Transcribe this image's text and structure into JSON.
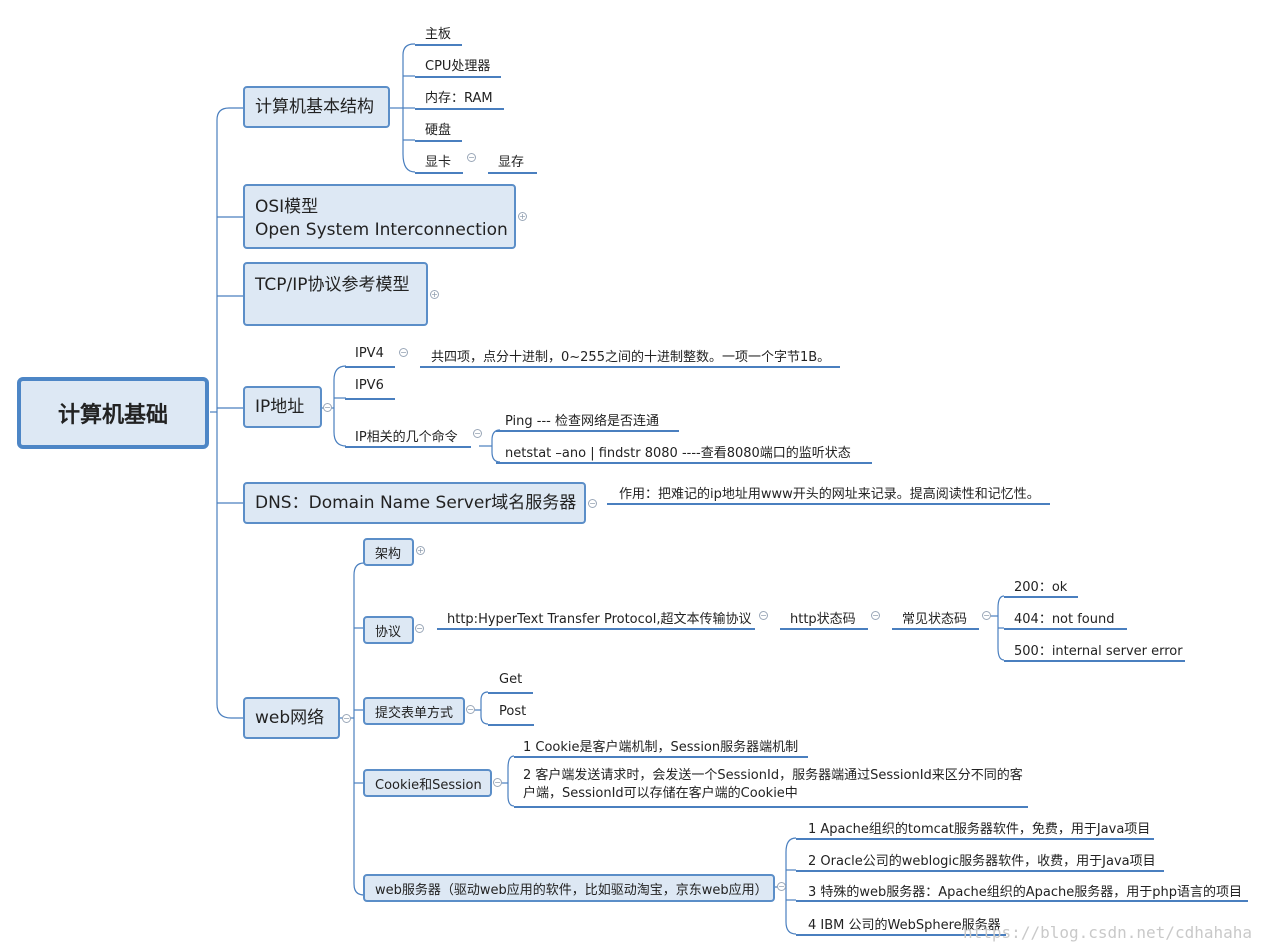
{
  "root": "计算机基础",
  "nodes": {
    "basic": "计算机基本结构",
    "osi_line1": "OSI模型",
    "osi_line2": "Open System Interconnection",
    "tcpip": "TCP/IP协议参考模型",
    "ip": "IP地址",
    "dns": "DNS：Domain Name Server域名服务器",
    "web": "web网络"
  },
  "basic_children": [
    "主板",
    "CPU处理器",
    "内存：RAM",
    "硬盘",
    "显卡"
  ],
  "basic_gpu_child": "显存",
  "ip_children": {
    "ipv4": "IPV4",
    "ipv4_desc": "共四项，点分十进制，0~255之间的十进制整数。一项一个字节1B。",
    "ipv6": "IPV6",
    "cmds": "IP相关的几个命令",
    "ping": "Ping  --- 检查网络是否连通",
    "netstat": "netstat –ano | findstr 8080     ----查看8080端口的监听状态"
  },
  "dns_child": "作用：把难记的ip地址用www开头的网址来记录。提高阅读性和记忆性。",
  "web_children": {
    "arch": "架构",
    "protocol": "协议",
    "http": "http:HyperText Transfer Protocol,超文本传输协议",
    "status": "http状态码",
    "common": "常见状态码",
    "codes": [
      "200：ok",
      "404：not found",
      "500：internal server error"
    ],
    "form": "提交表单方式",
    "form_methods": [
      "Get",
      "Post"
    ],
    "cookie": "Cookie和Session",
    "cookie_items": [
      "1 Cookie是客户端机制，Session服务器端机制",
      "2 客户端发送请求时，会发送一个SessionId，服务器端通过SessionId来区分不同的客户端，SessionId可以存储在客户端的Cookie中"
    ],
    "server": "web服务器（驱动web应用的软件，比如驱动淘宝，京东web应用）",
    "server_items": [
      "1 Apache组织的tomcat服务器软件，免费，用于Java项目",
      "2 Oracle公司的weblogic服务器软件，收费，用于Java项目",
      "3 特殊的web服务器：Apache组织的Apache服务器，用于php语言的项目",
      "4 IBM 公司的WebSphere服务器"
    ]
  },
  "watermark": "https://blog.csdn.net/cdhahaha",
  "colors": {
    "line": "#4a7fbf",
    "box_fill": "#dde8f4",
    "box_border": "#5b8ec8"
  }
}
